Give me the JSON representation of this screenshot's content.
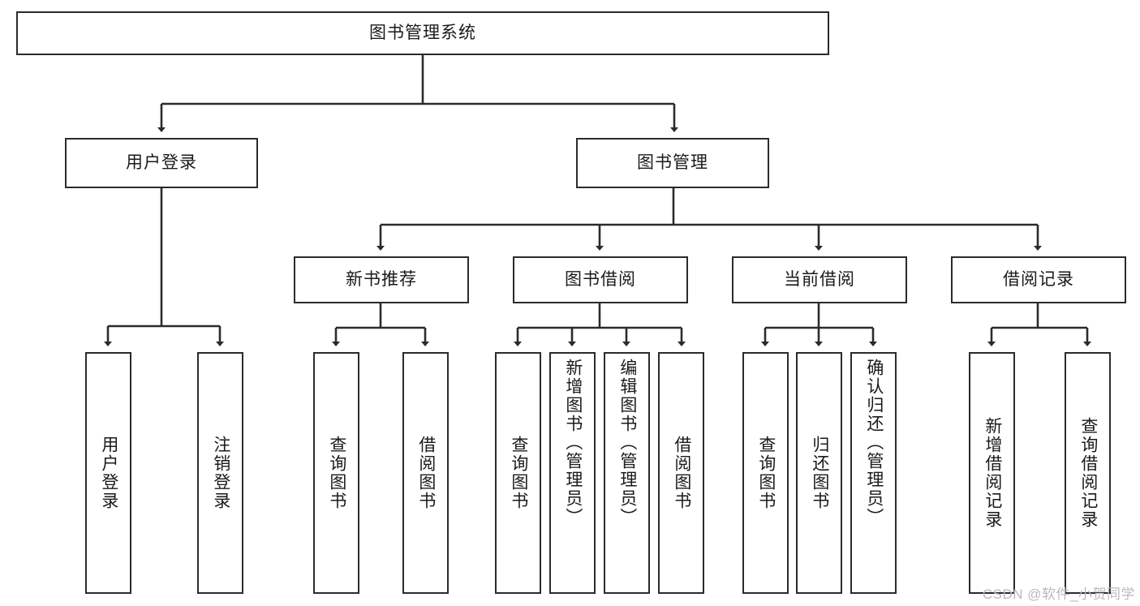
{
  "diagram": {
    "type": "tree",
    "title": "图书管理系统",
    "orientation": "top-down",
    "colors": {
      "box_border": "#2b2b2b",
      "box_fill": "#ffffff",
      "edge": "#2b2b2b",
      "text": "#1a1a1a",
      "watermark": "#b9b9b9",
      "background": "#ffffff"
    }
  },
  "root": {
    "label": "图书管理系统"
  },
  "level2": [
    {
      "label": "用户登录"
    },
    {
      "label": "图书管理"
    }
  ],
  "level3": [
    {
      "label": "新书推荐"
    },
    {
      "label": "图书借阅"
    },
    {
      "label": "当前借阅"
    },
    {
      "label": "借阅记录"
    }
  ],
  "leaves": {
    "user_login": [
      {
        "label": "用户登录"
      },
      {
        "label": "注销登录"
      }
    ],
    "new_book": [
      {
        "label": "查询图书"
      },
      {
        "label": "借阅图书"
      }
    ],
    "book_borrow": [
      {
        "label": "查询图书"
      },
      {
        "label": "新增图书（管理员）"
      },
      {
        "label": "编辑图书（管理员）"
      },
      {
        "label": "借阅图书"
      }
    ],
    "current_borrow": [
      {
        "label": "查询图书"
      },
      {
        "label": "归还图书"
      },
      {
        "label": "确认归还（管理员）"
      }
    ],
    "borrow_record": [
      {
        "label": "新增借阅记录"
      },
      {
        "label": "查询借阅记录"
      }
    ]
  },
  "watermark": {
    "text": "CSDN @软件_小贺同学"
  }
}
